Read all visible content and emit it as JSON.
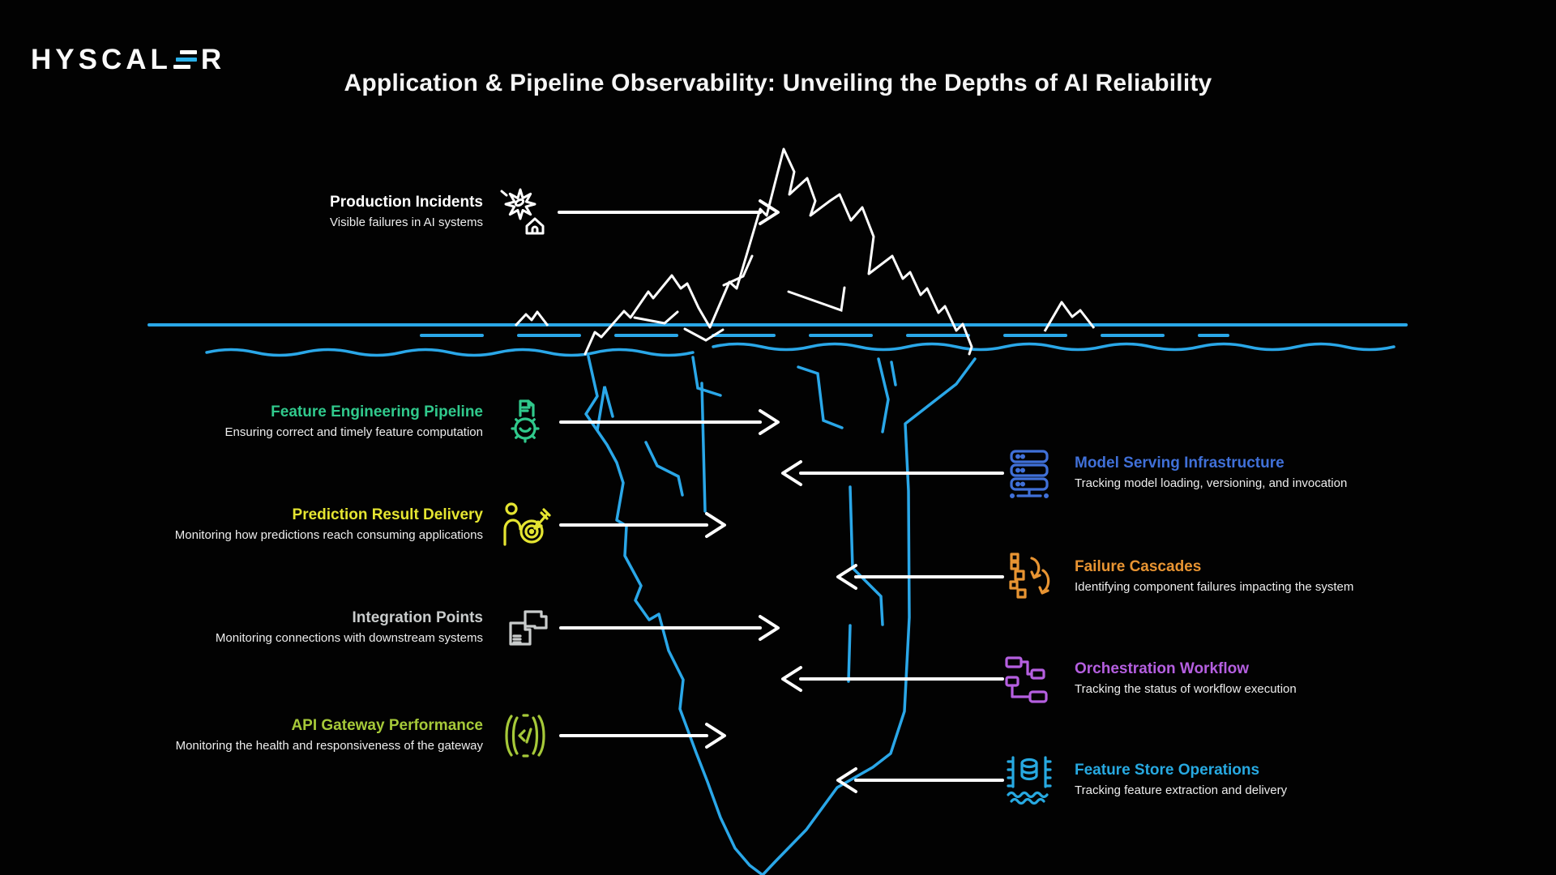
{
  "brand": {
    "name_prefix": "HYSCAL",
    "name_suffix": "R"
  },
  "header": {
    "title": "Application & Pipeline Observability: Unveiling the Depths of AI Reliability"
  },
  "colors": {
    "background": "#020202",
    "water": "#2aa7e8",
    "iceberg_above_water": "#ffffff",
    "arrow": "#ffffff",
    "logo_accent": "#2bb0e8"
  },
  "left_items": [
    {
      "title": "Production Incidents",
      "subtitle": "Visible failures in AI systems",
      "color": "#ffffff",
      "icon": "incident-burst-icon"
    },
    {
      "title": "Feature Engineering Pipeline",
      "subtitle": "Ensuring correct and timely feature computation",
      "color": "#30c98c",
      "icon": "gear-document-icon"
    },
    {
      "title": "Prediction Result Delivery",
      "subtitle": "Monitoring how predictions reach consuming applications",
      "color": "#e5e531",
      "icon": "person-target-icon"
    },
    {
      "title": "Integration Points",
      "subtitle": "Monitoring connections with downstream systems",
      "color": "#c9cccc",
      "icon": "puzzle-connection-icon"
    },
    {
      "title": "API Gateway Performance",
      "subtitle": "Monitoring the health and responsiveness of the gateway",
      "color": "#a6c939",
      "icon": "code-gateway-icon"
    }
  ],
  "right_items": [
    {
      "title": "Model Serving Infrastructure",
      "subtitle": "Tracking model loading, versioning, and invocation",
      "color": "#4070d8",
      "icon": "server-stack-icon"
    },
    {
      "title": "Failure Cascades",
      "subtitle": "Identifying component failures impacting the system",
      "color": "#e89432",
      "icon": "cascade-blocks-icon"
    },
    {
      "title": "Orchestration Workflow",
      "subtitle": "Tracking the status of workflow execution",
      "color": "#b55fe0",
      "icon": "workflow-nodes-icon"
    },
    {
      "title": "Feature Store Operations",
      "subtitle": "Tracking feature extraction and delivery",
      "color": "#27a9e1",
      "icon": "database-waves-icon"
    }
  ]
}
